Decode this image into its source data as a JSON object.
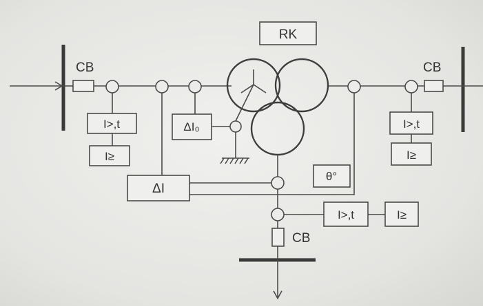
{
  "labels": {
    "rk": "RK",
    "cb_left": "CB",
    "cb_right": "CB",
    "cb_bottom": "CB",
    "relay_left_overcurrent": "I>,t",
    "relay_left_instant": "I≥",
    "relay_right_overcurrent": "I>,t",
    "relay_right_instant": "I≥",
    "relay_bottom_overcurrent": "I>,t",
    "relay_bottom_instant": "I≥",
    "restricted_earth_fault": "ΔI₀",
    "differential": "ΔI",
    "temperature": "θ°"
  }
}
